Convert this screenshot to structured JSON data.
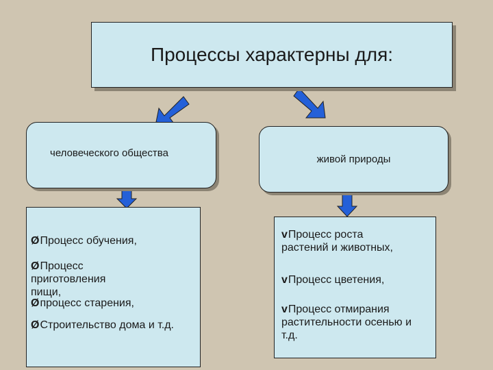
{
  "title": "Процессы характерны для:",
  "categories": [
    {
      "label": "человеческого общества",
      "bullet": "Ø",
      "items": [
        "Процесс обучения,",
        "Процесс приготовления пищи,",
        "процесс старения,",
        "Строительство дома и т.д."
      ]
    },
    {
      "label": "живой природы",
      "bullet": "v",
      "items": [
        "Процесс роста растений и животных,",
        "Процесс цветения,",
        "Процесс отмирания растительности осенью и т.д."
      ]
    }
  ],
  "colors": {
    "background": "#cfc5b1",
    "box_fill": "#cde8ef",
    "arrow": "#2460d8"
  }
}
